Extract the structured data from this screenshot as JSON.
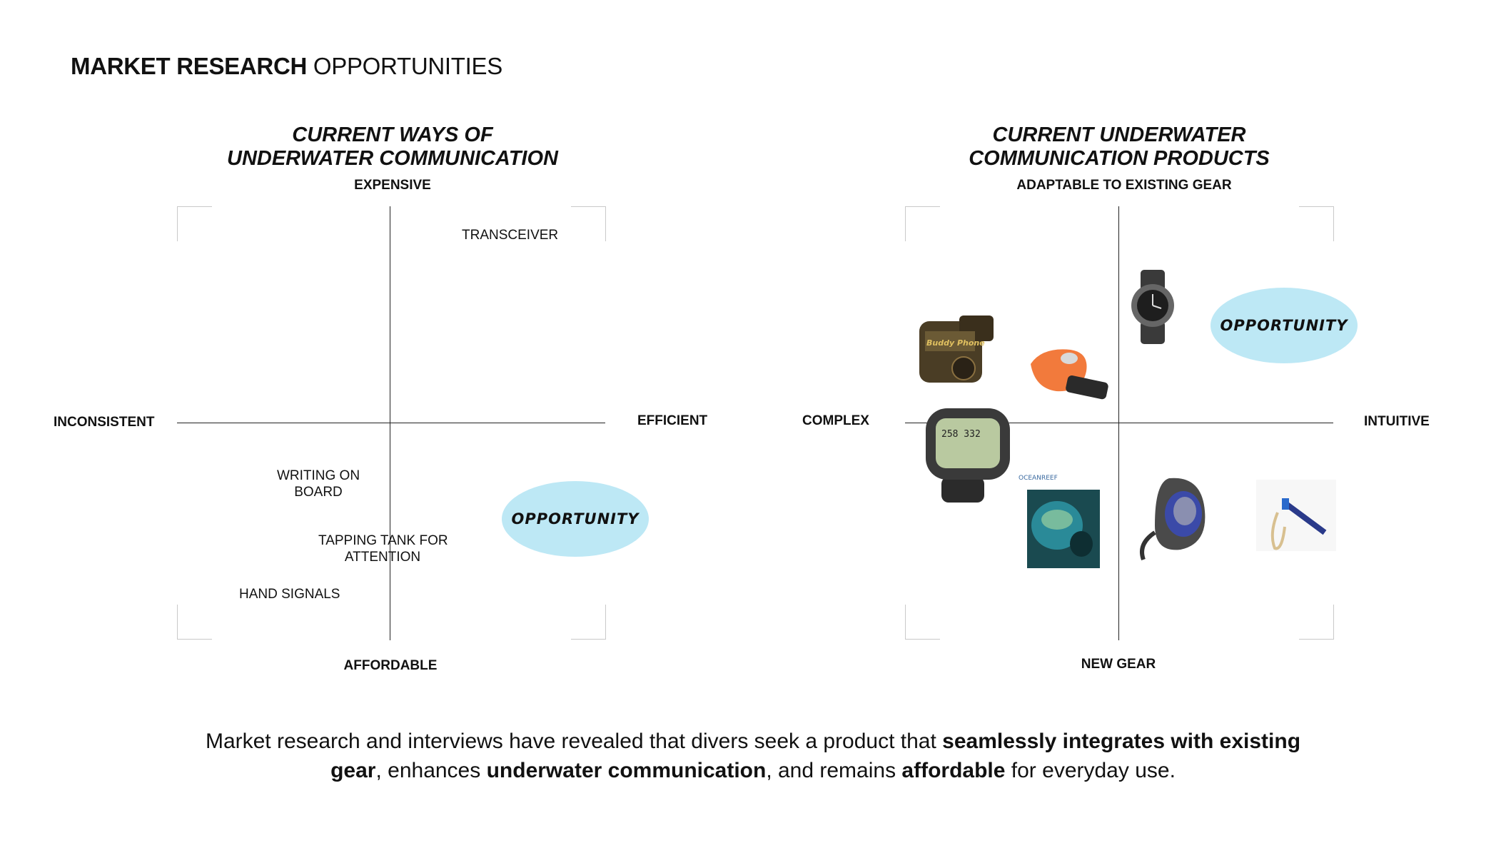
{
  "header": {
    "title_bold": "MARKET RESEARCH",
    "title_light": "OPPORTUNITIES"
  },
  "left_chart": {
    "title_line1": "CURRENT WAYS OF",
    "title_line2": "UNDERWATER COMMUNICATION",
    "axis_top": "EXPENSIVE",
    "axis_bottom": "AFFORDABLE",
    "axis_left": "INCONSISTENT",
    "axis_right": "EFFICIENT",
    "items": {
      "transceiver": "TRANSCEIVER",
      "writing_line1": "WRITING ON",
      "writing_line2": "BOARD",
      "tapping_line1": "TAPPING TANK FOR",
      "tapping_line2": "ATTENTION",
      "hand_signals": "HAND SIGNALS"
    },
    "opportunity": "OPPORTUNITY"
  },
  "right_chart": {
    "title_line1": "CURRENT UNDERWATER",
    "title_line2": "COMMUNICATION PRODUCTS",
    "axis_top": "ADAPTABLE TO EXISTING GEAR",
    "axis_bottom": "NEW GEAR",
    "axis_left": "COMPLEX",
    "axis_right": "INTUITIVE",
    "opportunity": "OPPORTUNITY",
    "products": {
      "buddy_phone_label": "Buddy Phone",
      "dive_computer_reading": "258 332",
      "oceanreef_label": "OCEANREEF"
    }
  },
  "summary": {
    "p1": "Market research and interviews have revealed that divers seek a product that ",
    "b1": "seamlessly integrates with existing gear",
    "p2": ", enhances ",
    "b2": "underwater communication",
    "p3": ", and remains ",
    "b3": "affordable",
    "p4": " for everyday use."
  },
  "colors": {
    "opportunity_fill": "#bde8f5",
    "axis_line": "#222222",
    "corner_mark": "#c9c9c9"
  }
}
